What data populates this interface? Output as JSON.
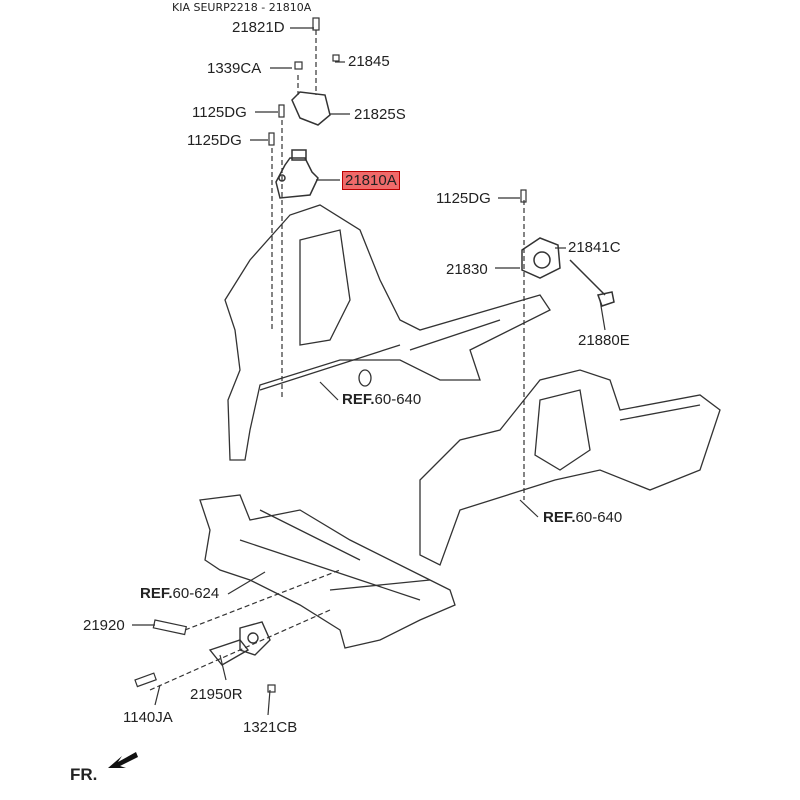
{
  "header": "KIA SEURP2218 - 21810A",
  "labels": {
    "p21821D": "21821D",
    "p21845": "21845",
    "p1339CA": "1339CA",
    "p1125DG_a": "1125DG",
    "p21825S": "21825S",
    "p1125DG_b": "1125DG",
    "p21810A": "21810A",
    "p1125DG_c": "1125DG",
    "p21841C": "21841C",
    "p21830": "21830",
    "p21880E": "21880E",
    "p21920": "21920",
    "p21950R": "21950R",
    "p1140JA": "1140JA",
    "p1321CB": "1321CB"
  },
  "refs": [
    {
      "prefix": "REF.",
      "code": "60-640"
    },
    {
      "prefix": "REF.",
      "code": "60-640"
    },
    {
      "prefix": "REF.",
      "code": "60-624"
    }
  ],
  "direction": "FR.",
  "highlight_color": "#f06a6a"
}
